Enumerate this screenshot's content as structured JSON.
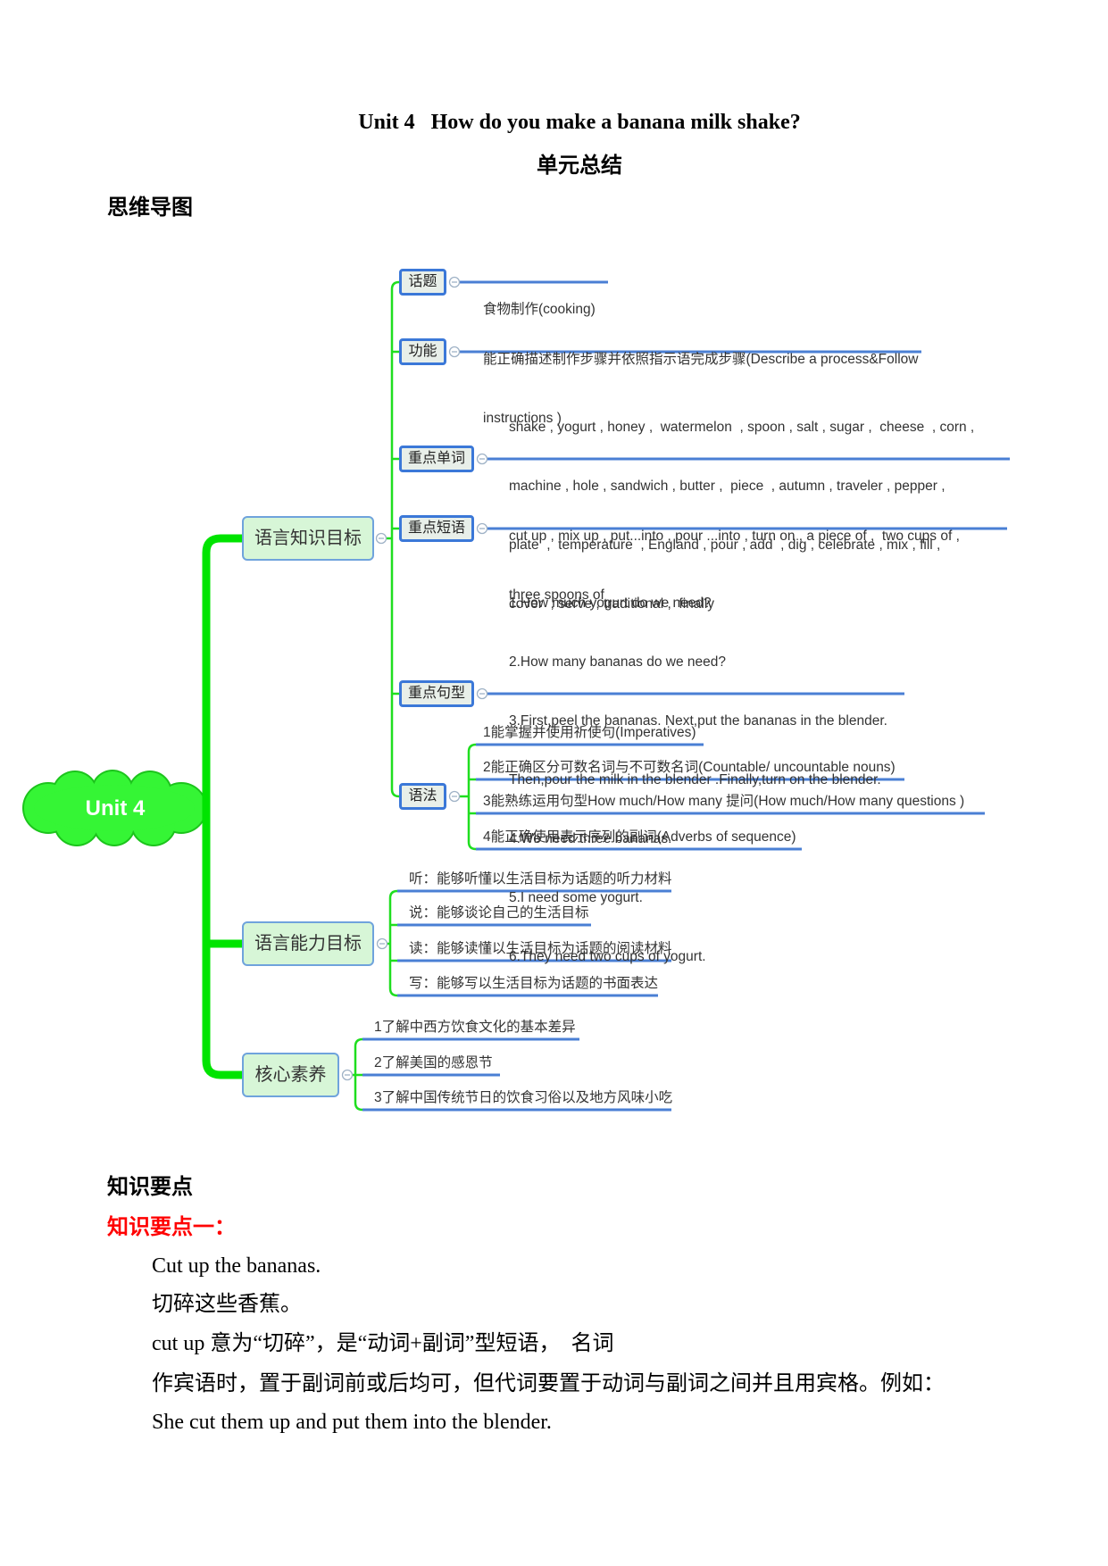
{
  "doc": {
    "title": "Unit 4   How do you make a banana milk shake?",
    "subtitle": "单元总结",
    "mindmap_heading": "思维导图",
    "points_heading": "知识要点",
    "point_one_heading": "知识要点一：",
    "point_one_paragraphs": [
      "Cut up the bananas.",
      "切碎这些香蕉。",
      "cut up 意为“切碎”，是“动词+副词”型短语，  名词",
      "作宾语时，置于副词前或后均可，但代词要置于动词与副词之间并且用宾格。例如：",
      "She cut them up and put them into the blender."
    ]
  },
  "mindmap": {
    "root": "Unit 4",
    "knowledge": {
      "label": "语言知识目标",
      "topic": {
        "label": "话题",
        "lines": [
          "食物制作(cooking)"
        ]
      },
      "function": {
        "label": "功能",
        "lines": [
          "能正确描述制作步骤并依照指示语完成步骤(Describe a process&Follow",
          "instructions )"
        ]
      },
      "words": {
        "label": "重点单词",
        "lines": [
          "shake , yogurt , honey ,  watermelon  , spoon , salt , sugar ,  cheese  , corn ,",
          "machine , hole , sandwich , butter ,  piece  , autumn , traveler , pepper ,",
          "plate  ,  temperature  , England , pour , add  , dig , celebrate , mix , fill ,",
          "cover  , serve , traditional ,  finally"
        ]
      },
      "phrases": {
        "label": "重点短语",
        "lines": [
          "cut up , mix up , put...into , pour ...into , turn on , a piece of ,  two cups of ,",
          "three spoons of"
        ]
      },
      "sentences": {
        "label": "重点句型",
        "lines": [
          "1.How much yogurt do we need?",
          "2.How many bananas do we need?",
          "3.First,peel the bananas. Next,put the bananas in the blender.",
          "Then,pour the milk in the blender .Finally,turn on the blender.",
          "4.We need three bananas.",
          "5.I need some yogurt.",
          "6.They need two cups of yogurt."
        ]
      },
      "grammar": {
        "label": "语法",
        "items": [
          "1能掌握并使用祈使句(Imperatives)",
          "2能正确区分可数名词与不可数名词(Countable/ uncountable nouns)",
          "3能熟练运用句型How much/How many 提问(How much/How many questions )",
          "4能正确使用表示序列的副词(Adverbs of sequence)"
        ]
      }
    },
    "ability": {
      "label": "语言能力目标",
      "items": [
        "听：能够听懂以生活目标为话题的听力材料",
        "说：能够谈论自己的生活目标",
        "读：能够读懂以生活目标为话题的阅读材料",
        "写：能够写以生活目标为话题的书面表达"
      ]
    },
    "literacy": {
      "label": "核心素养",
      "items": [
        "1了解中西方饮食文化的基本差异",
        "2了解美国的感恩节",
        "3了解中国传统节日的饮食习俗以及地方风味小吃"
      ]
    }
  },
  "colors": {
    "trunk_line": "#00e400",
    "branch_line": "#1fde1f",
    "underline": "#4a7fd4",
    "main_box_fill": "#d7f6d7",
    "main_box_border": "#6fa3dc",
    "sub_box_fill": "#e8efe9",
    "sub_box_border": "#3b78d8",
    "cloud_fill": "#35f535",
    "cloud_edge": "#1cc41c",
    "heading_red": "#ff0000"
  }
}
